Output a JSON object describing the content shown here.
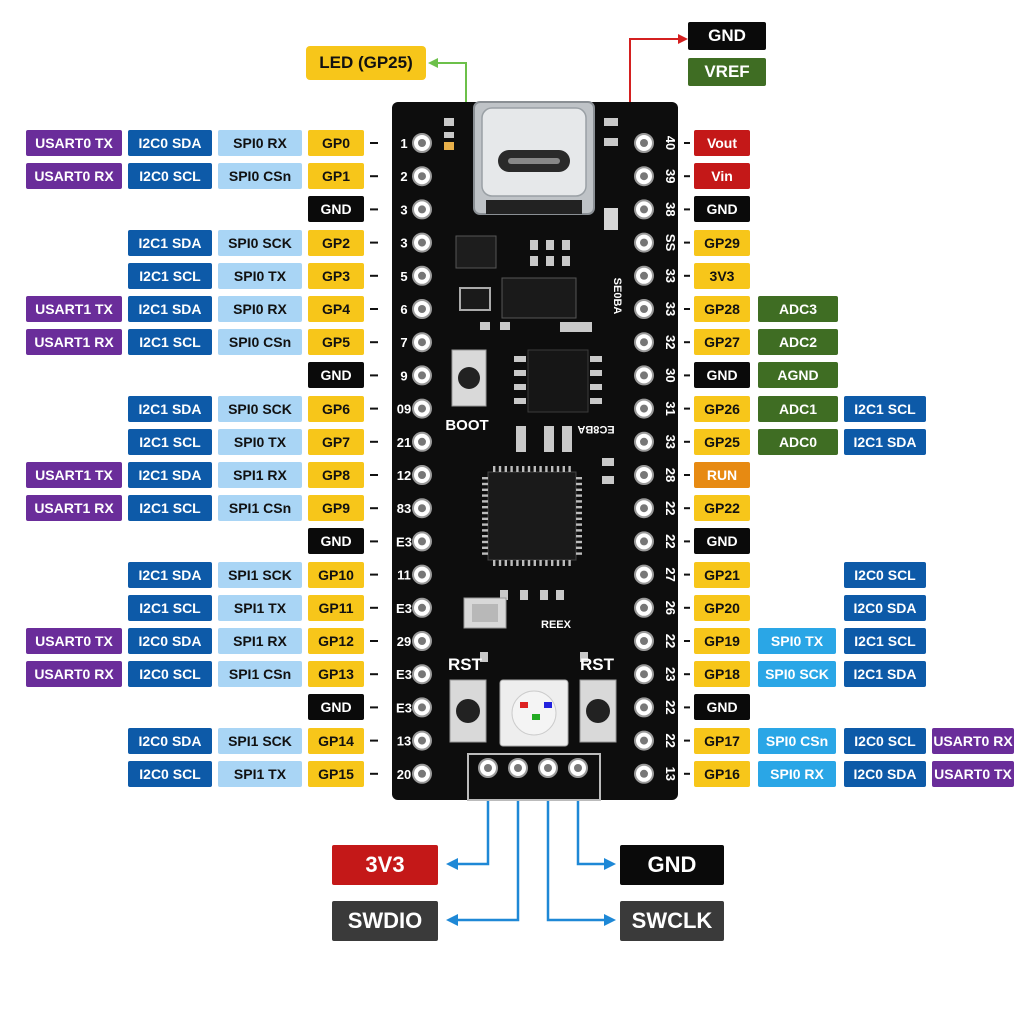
{
  "colors": {
    "usart": "#6a2d9a",
    "i2c": "#0d5aa8",
    "spi": "#a9d5f5",
    "spi_alt": "#2aa6e6",
    "gp": "#f7c61a",
    "gnd": "#0a0a0a",
    "power": "#c41818",
    "vref": "#3f6d23",
    "adc": "#3f6d23",
    "run": "#e78a12",
    "swd": "#3a3a3a",
    "board": "#0d0d0d",
    "green_line": "#6cc04a",
    "red_line": "#d42020",
    "blue_line": "#1e88d6"
  },
  "board": {
    "left_numbers": [
      "1",
      "2",
      "3",
      "3",
      "5",
      "6",
      "7",
      "9",
      "09",
      "21",
      "12",
      "83",
      "E3",
      "11",
      "E3",
      "29",
      "E3",
      "E3",
      "13",
      "20"
    ],
    "right_numbers": [
      "40",
      "39",
      "38",
      "SS",
      "33",
      "33",
      "32",
      "30",
      "31",
      "33",
      "28",
      "22",
      "22",
      "27",
      "26",
      "22",
      "23",
      "22",
      "22",
      "13"
    ],
    "boot_label": "BOOT",
    "rst_left_label": "RST",
    "rst_right_label": "RST",
    "chip_marking": "EC8BA",
    "side_marking": "SE0BA",
    "crystal_marking": "REEX"
  },
  "top_labels": {
    "led": "LED (GP25)",
    "gnd": "GND",
    "vref": "VREF"
  },
  "left_rows": [
    {
      "pin": "GP0",
      "spi": "SPI0 RX",
      "i2c": "I2C0 SDA",
      "usart": "USART0 TX"
    },
    {
      "pin": "GP1",
      "spi": "SPI0 CSn",
      "i2c": "I2C0 SCL",
      "usart": "USART0 RX"
    },
    {
      "pin": "GND"
    },
    {
      "pin": "GP2",
      "spi": "SPI0 SCK",
      "i2c": "I2C1 SDA"
    },
    {
      "pin": "GP3",
      "spi": "SPI0 TX",
      "i2c": "I2C1 SCL"
    },
    {
      "pin": "GP4",
      "spi": "SPI0 RX",
      "i2c": "I2C1 SDA",
      "usart": "USART1 TX"
    },
    {
      "pin": "GP5",
      "spi": "SPI0 CSn",
      "i2c": "I2C1 SCL",
      "usart": "USART1 RX"
    },
    {
      "pin": "GND"
    },
    {
      "pin": "GP6",
      "spi": "SPI0 SCK",
      "i2c": "I2C1 SDA"
    },
    {
      "pin": "GP7",
      "spi": "SPI0 TX",
      "i2c": "I2C1 SCL"
    },
    {
      "pin": "GP8",
      "spi": "SPI1 RX",
      "i2c": "I2C1 SDA",
      "usart": "USART1 TX"
    },
    {
      "pin": "GP9",
      "spi": "SPI1 CSn",
      "i2c": "I2C1 SCL",
      "usart": "USART1 RX"
    },
    {
      "pin": "GND"
    },
    {
      "pin": "GP10",
      "spi": "SPI1 SCK",
      "i2c": "I2C1 SDA"
    },
    {
      "pin": "GP11",
      "spi": "SPI1 TX",
      "i2c": "I2C1 SCL"
    },
    {
      "pin": "GP12",
      "spi": "SPI1 RX",
      "i2c": "I2C0 SDA",
      "usart": "USART0 TX"
    },
    {
      "pin": "GP13",
      "spi": "SPI1 CSn",
      "i2c": "I2C0 SCL",
      "usart": "USART0 RX"
    },
    {
      "pin": "GND"
    },
    {
      "pin": "GP14",
      "spi": "SPI1 SCK",
      "i2c": "I2C0 SDA"
    },
    {
      "pin": "GP15",
      "spi": "SPI1 TX",
      "i2c": "I2C0 SCL"
    }
  ],
  "right_rows": [
    {
      "pin": "Vout"
    },
    {
      "pin": "Vin"
    },
    {
      "pin": "GND"
    },
    {
      "pin": "GP29"
    },
    {
      "pin": "3V3"
    },
    {
      "pin": "GP28",
      "adc": "ADC3"
    },
    {
      "pin": "GP27",
      "adc": "ADC2"
    },
    {
      "pin": "GND",
      "adc": "AGND"
    },
    {
      "pin": "GP26",
      "adc": "ADC1",
      "i2c": "I2C1 SCL"
    },
    {
      "pin": "GP25",
      "adc": "ADC0",
      "i2c": "I2C1 SDA"
    },
    {
      "pin": "RUN"
    },
    {
      "pin": "GP22"
    },
    {
      "pin": "GND"
    },
    {
      "pin": "GP21",
      "i2c": "I2C0 SCL"
    },
    {
      "pin": "GP20",
      "i2c": "I2C0 SDA"
    },
    {
      "pin": "GP19",
      "spi": "SPI0 TX",
      "i2c": "I2C1 SCL"
    },
    {
      "pin": "GP18",
      "spi": "SPI0 SCK",
      "i2c": "I2C1 SDA"
    },
    {
      "pin": "GND"
    },
    {
      "pin": "GP17",
      "spi": "SPI0 CSn",
      "i2c": "I2C0 SCL",
      "usart": "USART0 RX"
    },
    {
      "pin": "GP16",
      "spi": "SPI0 RX",
      "i2c": "I2C0 SDA",
      "usart": "USART0 TX"
    }
  ],
  "bottom_labels": {
    "v3v3": "3V3",
    "gnd": "GND",
    "swdio": "SWDIO",
    "swclk": "SWCLK"
  }
}
